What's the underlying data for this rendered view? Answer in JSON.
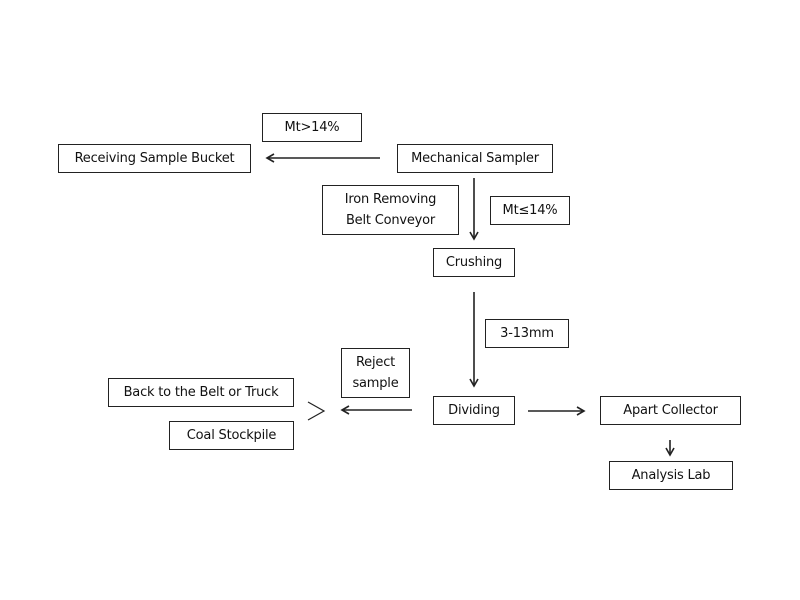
{
  "diagram": {
    "nodes": {
      "mechanical_sampler": "Mechanical Sampler",
      "receiving_sample_bucket": "Receiving Sample Bucket",
      "crushing": "Crushing",
      "dividing": "Dividing",
      "apart_collector": "Apart Collector",
      "analysis_lab": "Analysis Lab",
      "back_to_belt_or_truck": "Back to the Belt or Truck",
      "coal_stockpile": "Coal Stockpile",
      "iron_removing_belt_conveyor": {
        "line1": "Iron Removing",
        "line2": "Belt Conveyor"
      }
    },
    "labels": {
      "mt_greater": "Mt>14%",
      "mt_less_equal": "Mt≤14%",
      "size_range": "3-13mm",
      "reject_sample": {
        "line1": "Reject",
        "line2": "sample"
      }
    },
    "colors": {
      "stroke": "#222222",
      "background": "#ffffff",
      "text": "#111111"
    }
  }
}
